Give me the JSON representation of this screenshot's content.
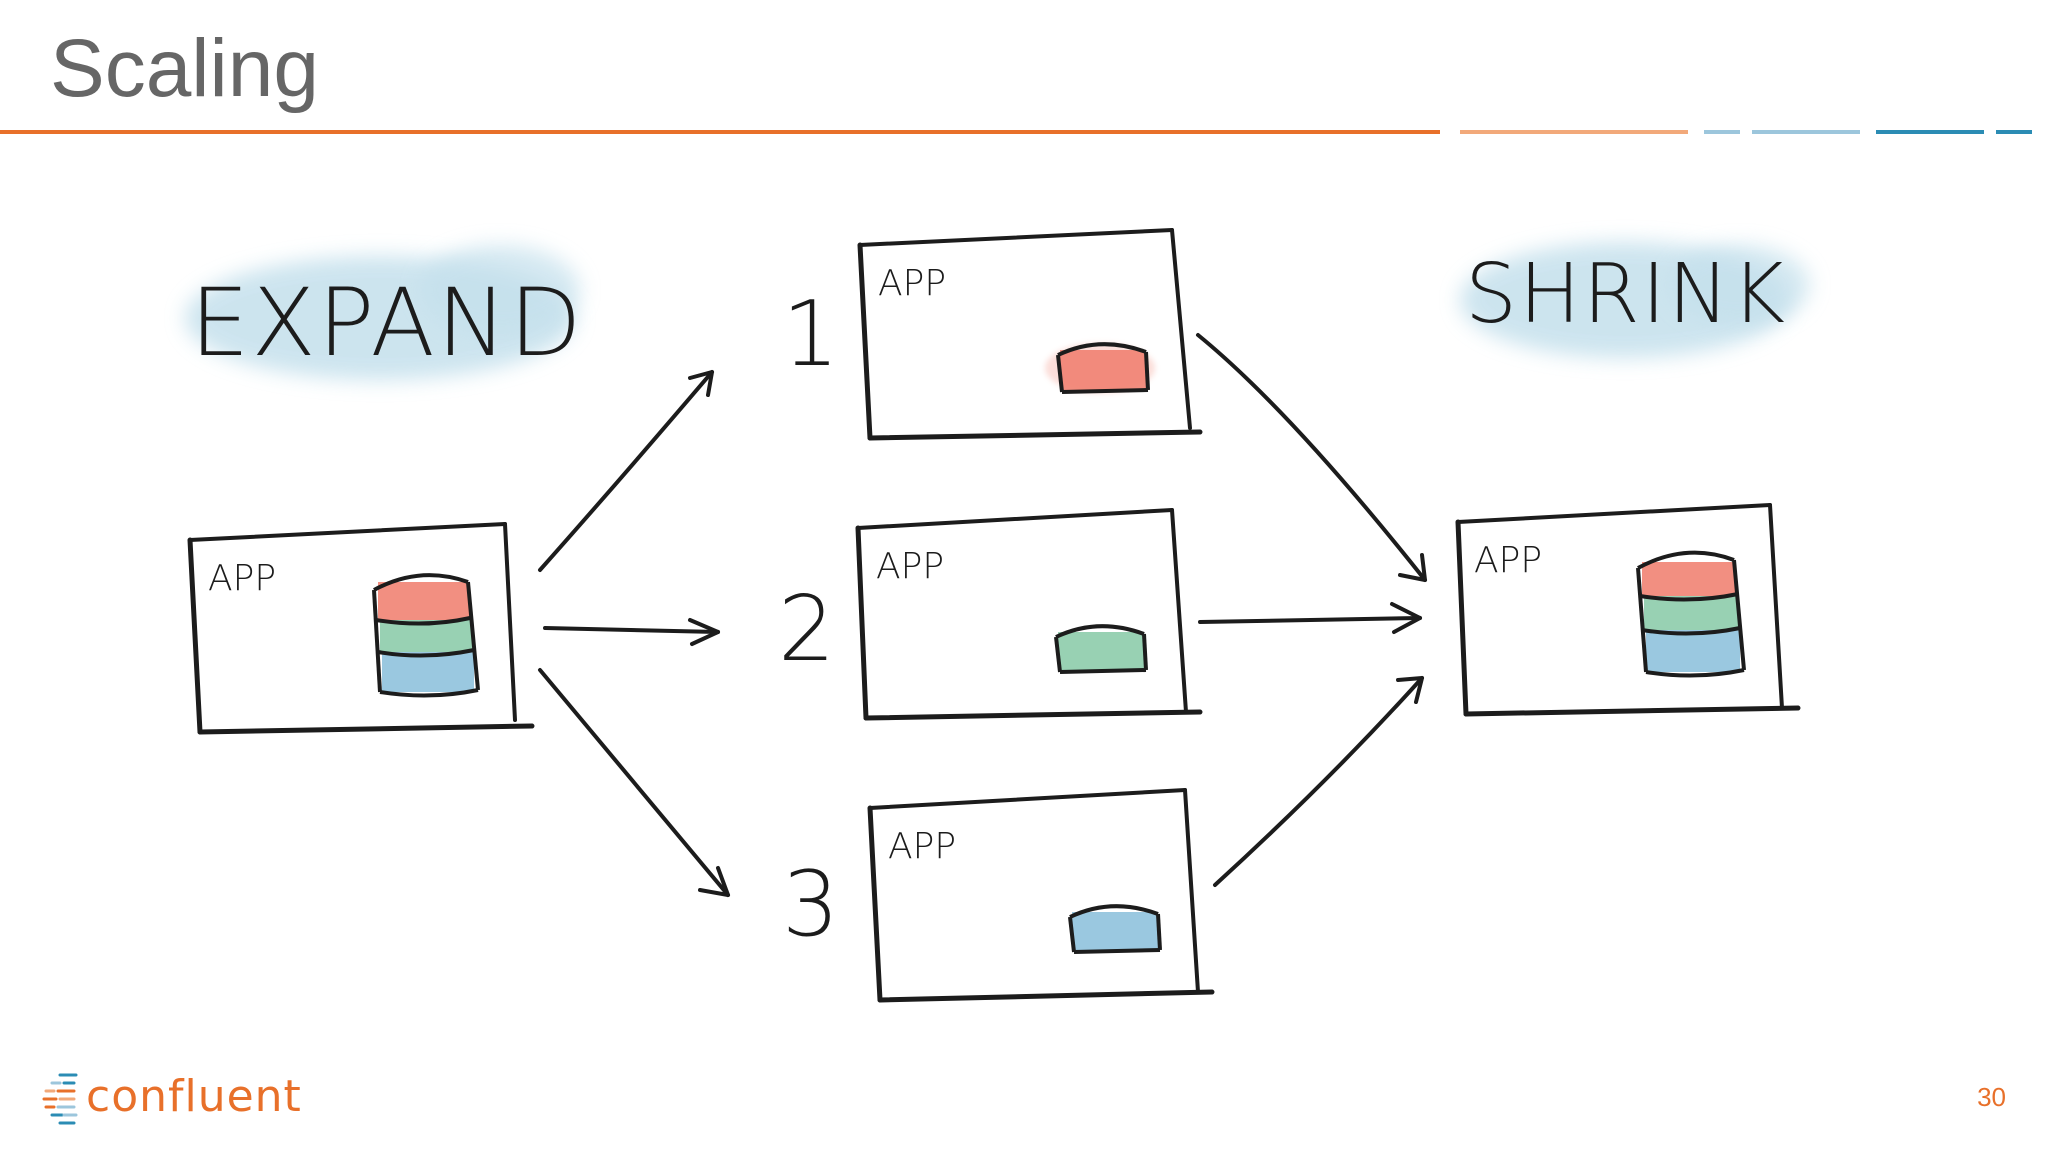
{
  "slide": {
    "title": "Scaling",
    "page_number": "30"
  },
  "colors": {
    "accent_orange": "#e8702a",
    "accent_light_orange": "#f2a97a",
    "accent_light_blue": "#9cc6dc",
    "accent_blue": "#2b8cb4",
    "partition_red": "#f07b6b",
    "partition_green": "#86c9a6",
    "partition_blue": "#8fc2dd",
    "ink": "#1c1c1c",
    "watercolor_blue": "#c4e0ec"
  },
  "diagram": {
    "expand_label": "EXPAND",
    "shrink_label": "SHRINK",
    "source_app": {
      "label": "APP",
      "partitions": [
        "red",
        "green",
        "blue"
      ]
    },
    "instances": [
      {
        "number": "1",
        "label": "APP",
        "partition": "red"
      },
      {
        "number": "2",
        "label": "APP",
        "partition": "green"
      },
      {
        "number": "3",
        "label": "APP",
        "partition": "blue"
      }
    ],
    "target_app": {
      "label": "APP",
      "partitions": [
        "red",
        "green",
        "blue"
      ]
    }
  },
  "logo": {
    "text": "confluent",
    "icon": "confluent-logo-icon"
  }
}
